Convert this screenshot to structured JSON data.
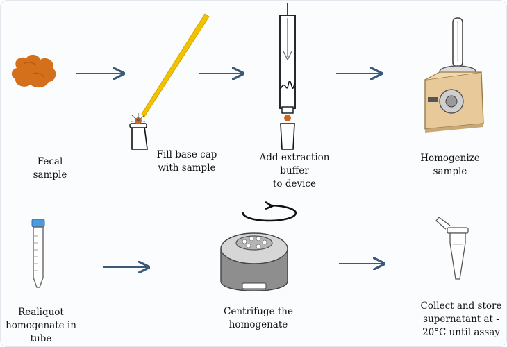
{
  "colors": {
    "arrow": "#3a5a78",
    "fecal": "#d4701c",
    "stick": "#f2c200",
    "cap_tip": "#d2641c",
    "tube_cap": "#4a9be0",
    "centrifuge": "#9a9a9a",
    "homogenizer_body": "#e8ca9a"
  },
  "steps": [
    {
      "id": "fecal-sample",
      "label_lines": [
        "Fecal",
        "sample"
      ],
      "icon": "fecal-blob-icon"
    },
    {
      "id": "fill-base-cap",
      "label_lines": [
        "Fill  base cap",
        "with  sample"
      ],
      "icon": "fill-stick-icon"
    },
    {
      "id": "add-extraction-buffer",
      "label_lines": [
        "Add extraction",
        "buffer",
        "to device"
      ],
      "icon": "extraction-device-icon"
    },
    {
      "id": "homogenize-sample",
      "label_lines": [
        "Homogenize",
        "sample"
      ],
      "icon": "homogenizer-icon"
    },
    {
      "id": "realiquot",
      "label_lines": [
        "Realiquot",
        "homogenate  in",
        "tube"
      ],
      "icon": "conical-tube-icon"
    },
    {
      "id": "centrifuge",
      "label_lines": [
        "Centrifuge  the",
        "homogenate"
      ],
      "icon": "centrifuge-icon"
    },
    {
      "id": "collect-store",
      "label_lines": [
        "Collect and store",
        "supernatant  at -",
        "20°C until  assay"
      ],
      "icon": "microtube-icon"
    }
  ]
}
